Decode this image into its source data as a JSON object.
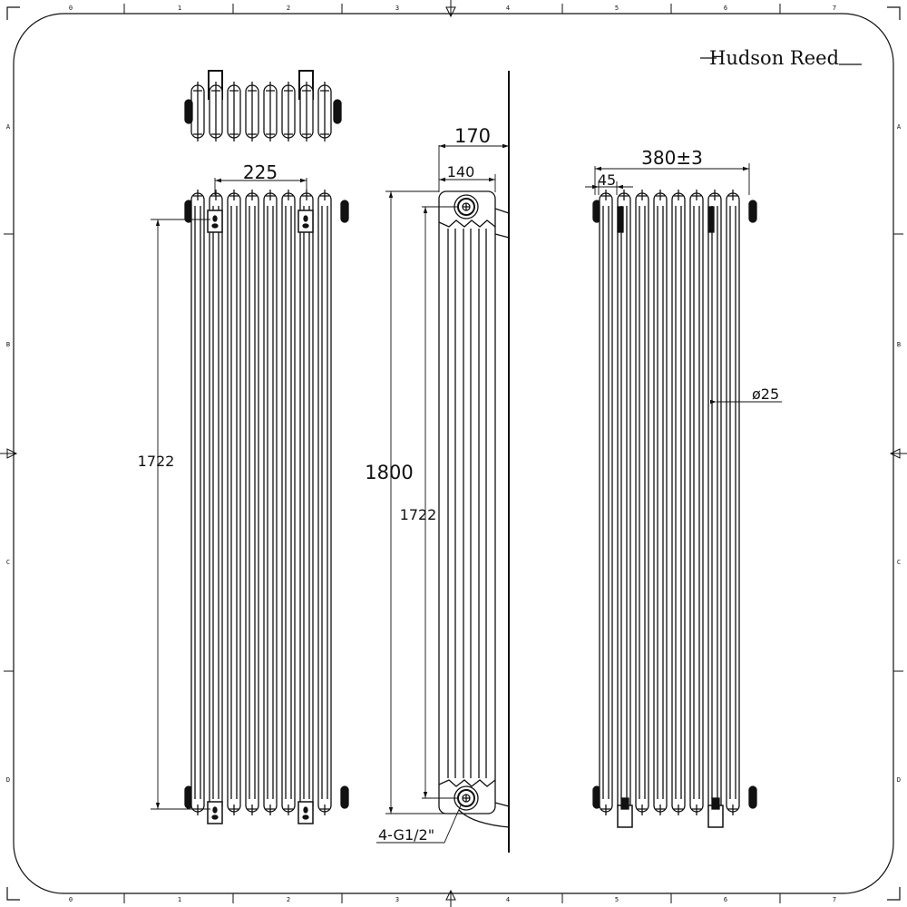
{
  "brand": {
    "logo": "Hudson Reed"
  },
  "grid": {
    "columns": [
      "0",
      "1",
      "2",
      "3",
      "4",
      "5",
      "6",
      "7"
    ],
    "rows": [
      "A",
      "B",
      "C",
      "D"
    ]
  },
  "front_view": {
    "bracket_spacing": "225",
    "bracket_height": "1722"
  },
  "side_view": {
    "depth_wall": "170",
    "depth": "140",
    "height": "1800",
    "connection_height": "1722",
    "connections": "4-G1/2\""
  },
  "rear_view": {
    "width": "380±3",
    "column_pitch": "45",
    "tube_diameter": "ø25"
  },
  "colors": {
    "line": "#111111",
    "background": "#ffffff"
  }
}
